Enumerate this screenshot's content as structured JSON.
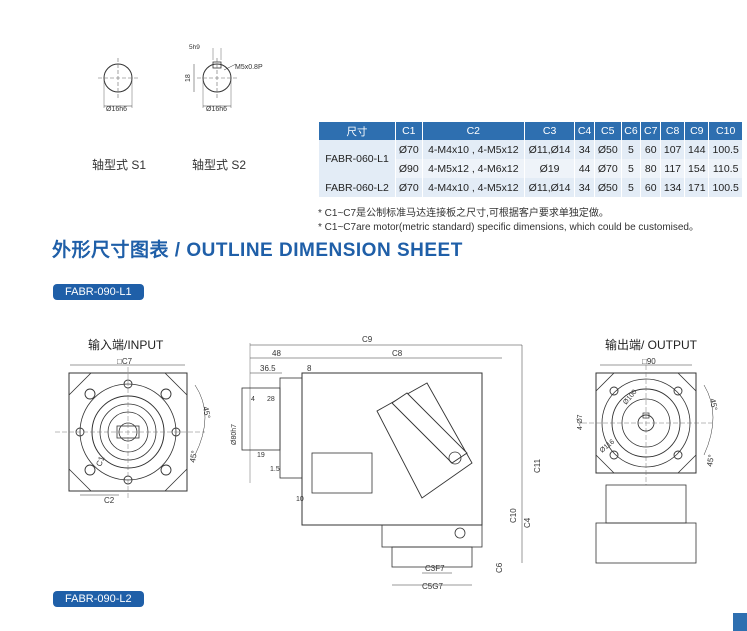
{
  "shaft_s1": {
    "label": "轴型式 S1",
    "dia": "Ø16h6"
  },
  "shaft_s2": {
    "label": "轴型式 S2",
    "dia": "Ø16h6",
    "key": "5h9",
    "height": "18",
    "thread": "M5x0.8P"
  },
  "table": {
    "headers": [
      "尺寸",
      "C1",
      "C2",
      "C3",
      "C4",
      "C5",
      "C6",
      "C7",
      "C8",
      "C9",
      "C10"
    ],
    "rows": [
      [
        "Ø70",
        "4-M4x10 , 4-M5x12",
        "Ø11,Ø14",
        "34",
        "Ø50",
        "5",
        "60",
        "107",
        "144",
        "100.5"
      ],
      [
        "Ø90",
        "4-M5x12 , 4-M6x12",
        "Ø19",
        "44",
        "Ø70",
        "5",
        "80",
        "117",
        "154",
        "110.5"
      ],
      [
        "Ø70",
        "4-M4x10 , 4-M5x12",
        "Ø11,Ø14",
        "34",
        "Ø50",
        "5",
        "60",
        "134",
        "171",
        "100.5"
      ]
    ],
    "row_models": [
      "FABR-060-L1",
      "FABR-060-L2"
    ]
  },
  "notes": [
    "* C1~C7是公制标准马达连接板之尺寸,可根据客户要求单独定做。",
    "* C1~C7are motor(metric standard)  specific dimensions, which could be customised。"
  ],
  "heading": "外形尺寸图表 / OUTLINE DIMENSION SHEET",
  "model_tags": [
    "FABR-090-L1",
    "FABR-090-L2"
  ],
  "views": {
    "input_title": "输入端/INPUT",
    "output_title": "输出端/ OUTPUT",
    "input_dims": {
      "c7": "□C7",
      "c1": "C1",
      "c2": "C2",
      "angle": "45°",
      "angle2": "45°"
    },
    "side_dims": {
      "c9": "C9",
      "c8": "C8",
      "d48": "48",
      "d365": "36.5",
      "d8": "8",
      "d4": "4",
      "d28": "28",
      "d80": "Ø80h7",
      "d19": "19",
      "d15": "1.5",
      "d10": "10",
      "c11": "C11",
      "c10": "C10",
      "c4": "C4",
      "c6": "C6",
      "c3": "C3F7",
      "c5": "C5G7"
    },
    "output_dims": {
      "sq90": "□90",
      "d4phi7": "4-Ø7",
      "d100": "Ø100",
      "d116": "Ø116",
      "angle": "45°",
      "angle2": "45°"
    }
  },
  "colors": {
    "accent": "#1f5fa8",
    "table_header": "#2e6fb0",
    "table_row": "#e3ecf6"
  }
}
